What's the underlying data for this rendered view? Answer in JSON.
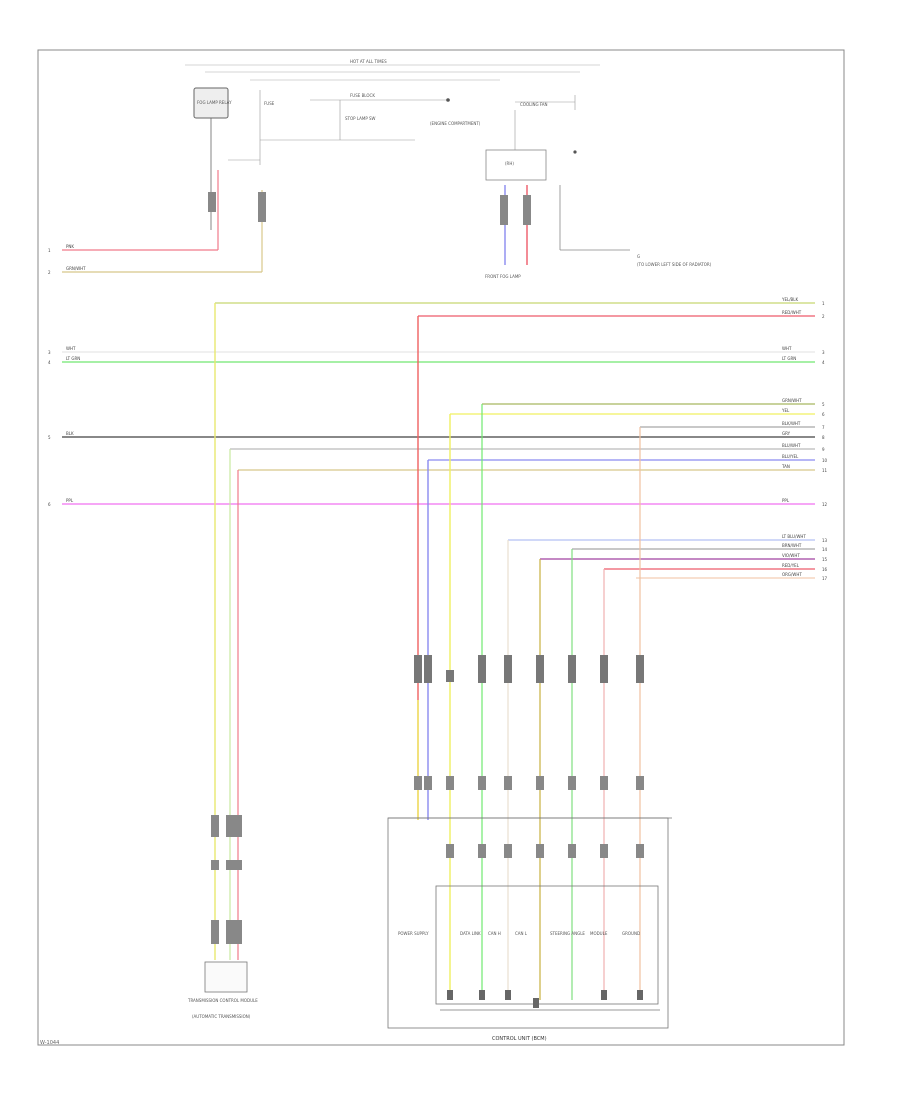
{
  "header_label": "HOT AT ALL TIMES",
  "relay_label": "FOG LAMP RELAY",
  "left_fuse_label": "FUSE",
  "left_branch_label": "STOP LAMP SW",
  "fuse_block_label": "FUSE BLOCK",
  "fuse_block_note": "(ENGINE COMPARTMENT)",
  "cooling_label": "COOLING FAN",
  "cooling_note": "(RH)",
  "fog_caption": "FRONT FOG LAMP",
  "ground_label": "G",
  "ground_note": "(TO LOWER LEFT SIDE OF RADIATOR)",
  "tcm_label": "TRANSMISSION CONTROL MODULE",
  "tcm_note": "(AUTOMATIC TRANSMISSION)",
  "control_unit_label": "CONTROL UNIT (BCM)",
  "cu_internal_labels": [
    "POWER SUPPLY",
    "DATA LINK",
    "CAN H",
    "CAN L",
    "STEERING ANGLE",
    "MODULE",
    "GROUND"
  ],
  "diagram_id": "W-1044",
  "wires_left": [
    {
      "num": "1",
      "label": "PNK"
    },
    {
      "num": "2",
      "label": "GRN/WHT"
    },
    {
      "num": "3",
      "label": "WHT"
    },
    {
      "num": "4",
      "label": "LT GRN"
    },
    {
      "num": "5",
      "label": "BLK"
    },
    {
      "num": "6",
      "label": "PPL"
    }
  ],
  "wires_right": [
    {
      "num": "1",
      "label": "YEL/BLK"
    },
    {
      "num": "2",
      "label": "RED/WHT"
    },
    {
      "num": "3",
      "label": "WHT"
    },
    {
      "num": "4",
      "label": "LT GRN"
    },
    {
      "num": "5",
      "label": "GRN/WHT"
    },
    {
      "num": "6",
      "label": "YEL"
    },
    {
      "num": "7",
      "label": "BLK/WHT"
    },
    {
      "num": "8",
      "label": "GRY"
    },
    {
      "num": "9",
      "label": "BLU/WHT"
    },
    {
      "num": "10",
      "label": "BLU/YEL"
    },
    {
      "num": "11",
      "label": "TAN"
    },
    {
      "num": "12",
      "label": "PPL"
    },
    {
      "num": "13",
      "label": "LT BLU/WHT"
    },
    {
      "num": "14",
      "label": "BRN/WHT"
    },
    {
      "num": "15",
      "label": "VIO/WHT"
    },
    {
      "num": "16",
      "label": "RED/YEL"
    },
    {
      "num": "17",
      "label": "ORG/WHT"
    }
  ],
  "colors": {
    "pink": "#f07a8a",
    "tan": "#d8c88a",
    "yellow_green": "#c8d870",
    "red": "#ee5a6a",
    "green": "#70e870",
    "olive": "#a8b860",
    "yellow": "#f0f060",
    "gray": "#909090",
    "blue": "#8a8af0",
    "magenta": "#f070f0",
    "violet": "#b060b0",
    "orange": "#f0a080",
    "frame": "#888888"
  }
}
